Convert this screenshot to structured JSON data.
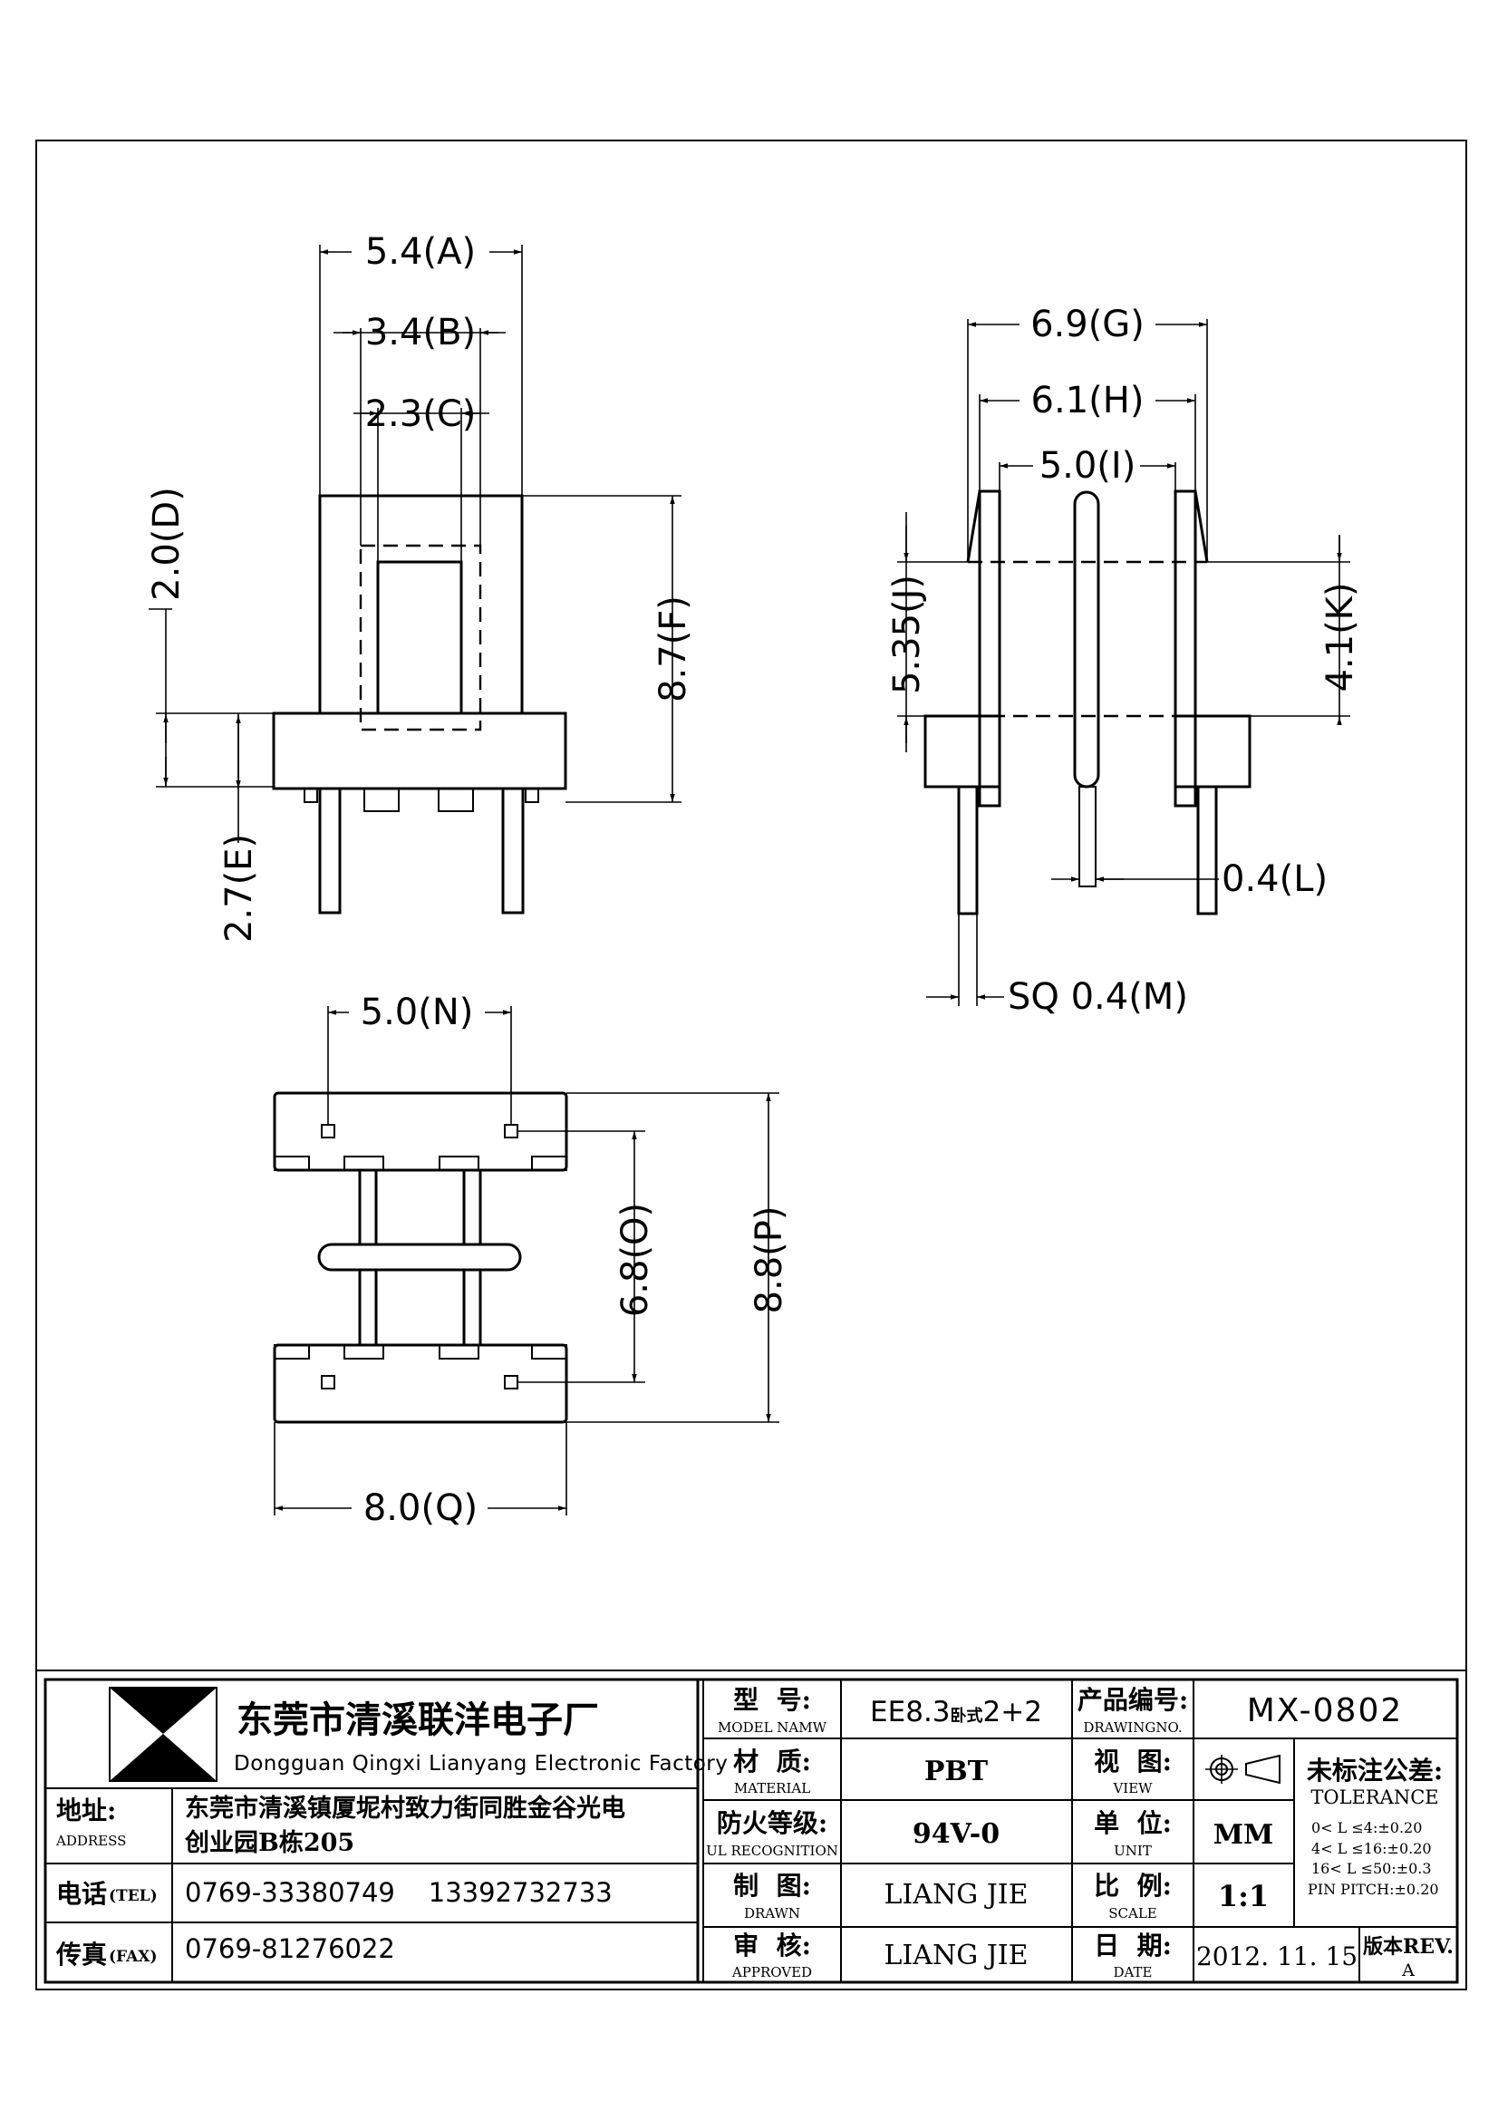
{
  "dimensions": {
    "a": "5.4(A)",
    "b": "3.4(B)",
    "c": "2.3(C)",
    "d": "2.0(D)",
    "e": "2.7(E)",
    "f": "8.7(F)",
    "g": "6.9(G)",
    "h": "6.1(H)",
    "i": "5.0(I)",
    "j": "5.35(J)",
    "k": "4.1(K)",
    "l": "0.4(L)",
    "m": "SQ 0.4(M)",
    "n": "5.0(N)",
    "o": "6.8(O)",
    "p": "8.8(P)",
    "q": "8.0(Q)"
  },
  "title_block": {
    "company_cn": "东莞市清溪联洋电子厂",
    "company_en": "Dongguan Qingxi Lianyang Electronic Factory",
    "address_label_cn": "地址:",
    "address_label_en": "ADDRESS",
    "address_line1": "东莞市清溪镇厦坭村致力街同胜金谷光电",
    "address_line2": "创业园B栋205",
    "tel_label_cn": "电话",
    "tel_label_en": "(TEL)",
    "tel_value": "0769-33380749    13392732733",
    "fax_label_cn": "传真",
    "fax_label_en": "(FAX)",
    "fax_value": "0769-81276022",
    "model_label_cn": "型  号:",
    "model_label_en": "MODEL NAMW",
    "model_value_a": "EE8.3",
    "model_value_b": "卧式",
    "model_value_c": "2+2",
    "material_label_cn": "材  质:",
    "material_label_en": "MATERIAL",
    "material_value": "PBT",
    "ul_label_cn": "防火等级:",
    "ul_label_en": "UL RECOGNITION",
    "ul_value": "94V-0",
    "drawn_label_cn": "制  图:",
    "drawn_label_en": "DRAWN",
    "drawn_value": "LIANG JIE",
    "approved_label_cn": "审  核:",
    "approved_label_en": "APPROVED",
    "approved_value": "LIANG JIE",
    "drawingno_label_cn": "产品编号:",
    "drawingno_label_en": "DRAWINGNO.",
    "drawingno_value": "MX-0802",
    "view_label_cn": "视  图:",
    "view_label_en": "VIEW",
    "unit_label_cn": "单  位:",
    "unit_label_en": "UNIT",
    "unit_value": "MM",
    "scale_label_cn": "比  例:",
    "scale_label_en": "SCALE",
    "scale_value": "1:1",
    "date_label_cn": "日  期:",
    "date_label_en": "DATE",
    "date_value": "2012. 11. 15",
    "tolerance_label_cn": "未标注公差:",
    "tolerance_label_en": "TOLERANCE",
    "tolerance_line1": "0< L ≤4:±0.20",
    "tolerance_line2": "4< L ≤16:±0.20",
    "tolerance_line3": "16< L ≤50:±0.3",
    "tolerance_line4": "PIN PITCH:±0.20",
    "rev_label": "版本REV.",
    "rev_value": "A"
  }
}
